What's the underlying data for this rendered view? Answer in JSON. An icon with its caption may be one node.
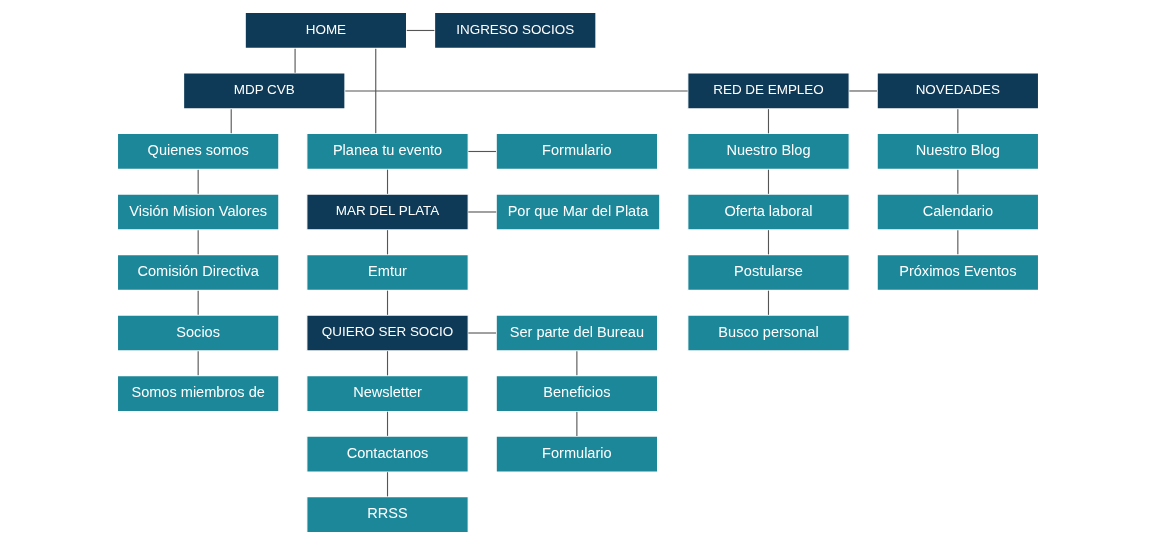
{
  "diagram": {
    "nodes": [
      {
        "text": [
          "HOME"
        ]
      },
      {
        "text": [
          "INGRESO SOCIOS"
        ]
      },
      {
        "text": [
          "MDP CVB"
        ]
      },
      {
        "text": [
          "RED DE EMPLEO"
        ]
      },
      {
        "text": [
          "NOVEDADES"
        ]
      },
      {
        "text": [
          "Planea tu evento"
        ]
      },
      {
        "text": [
          "Formulario"
        ]
      },
      {
        "text": [
          "MAR DEL PLATA"
        ]
      },
      {
        "text": [
          "Por que Mar del Plata"
        ]
      },
      {
        "text": [
          "Emtur"
        ]
      },
      {
        "text": [
          "QUIERO SER SOCIO"
        ]
      },
      {
        "text": [
          "Ser parte del Bureau"
        ]
      },
      {
        "text": [
          "Newsletter"
        ]
      },
      {
        "text": [
          "Beneficios"
        ]
      },
      {
        "text": [
          "Contactanos"
        ]
      },
      {
        "text": [
          "Formulario"
        ]
      },
      {
        "text": [
          "RRSS"
        ]
      },
      {
        "text": [
          "Quienes somos"
        ]
      },
      {
        "text": [
          "Visión Mision Valores"
        ]
      },
      {
        "text": [
          "Comisión Directiva"
        ]
      },
      {
        "text": [
          "Socios"
        ]
      },
      {
        "text": [
          "Somos miembros de"
        ]
      },
      {
        "text": [
          "Nuestro Blog"
        ]
      },
      {
        "text": [
          "Oferta laboral"
        ]
      },
      {
        "text": [
          "Postularse"
        ]
      },
      {
        "text": [
          "Busco personal"
        ]
      },
      {
        "text": [
          "Nuestro Blog"
        ]
      },
      {
        "text": [
          "Calendario"
        ]
      },
      {
        "text": [
          "Próximos Eventos"
        ]
      }
    ],
    "edges": [
      {
        "from": 0,
        "to": 1,
        "arrow": "none"
      },
      {
        "from": 0,
        "to": 2,
        "arrow": "none"
      },
      {
        "from": 2,
        "to": 3,
        "arrow": "none"
      },
      {
        "from": 3,
        "to": 4,
        "arrow": "none"
      },
      {
        "from": 0,
        "to": 5,
        "arrow": "none"
      },
      {
        "from": 5,
        "to": 6,
        "arrow": "none"
      },
      {
        "from": 5,
        "to": 7,
        "arrow": "none"
      },
      {
        "from": 7,
        "to": 8,
        "arrow": "none"
      },
      {
        "from": 7,
        "to": 9,
        "arrow": "none"
      },
      {
        "from": 9,
        "to": 10,
        "arrow": "none"
      },
      {
        "from": 10,
        "to": 11,
        "arrow": "none"
      },
      {
        "from": 10,
        "to": 12,
        "arrow": "none"
      },
      {
        "from": 11,
        "to": 13,
        "arrow": "none"
      },
      {
        "from": 12,
        "to": 14,
        "arrow": "none"
      },
      {
        "from": 13,
        "to": 15,
        "arrow": "none"
      },
      {
        "from": 14,
        "to": 16,
        "arrow": "none"
      },
      {
        "from": 2,
        "to": 17,
        "arrow": "none"
      },
      {
        "from": 17,
        "to": 18,
        "arrow": "none"
      },
      {
        "from": 18,
        "to": 19,
        "arrow": "none"
      },
      {
        "from": 19,
        "to": 20,
        "arrow": "none"
      },
      {
        "from": 20,
        "to": 21,
        "arrow": "none"
      },
      {
        "from": 3,
        "to": 22,
        "arrow": "none"
      },
      {
        "from": 22,
        "to": 23,
        "arrow": "none"
      },
      {
        "from": 23,
        "to": 24,
        "arrow": "none"
      },
      {
        "from": 24,
        "to": 25,
        "arrow": "none"
      },
      {
        "from": 4,
        "to": 26,
        "arrow": "none"
      },
      {
        "from": 26,
        "to": 27,
        "arrow": "none"
      },
      {
        "from": 27,
        "to": 28,
        "arrow": "none"
      }
    ]
  }
}
